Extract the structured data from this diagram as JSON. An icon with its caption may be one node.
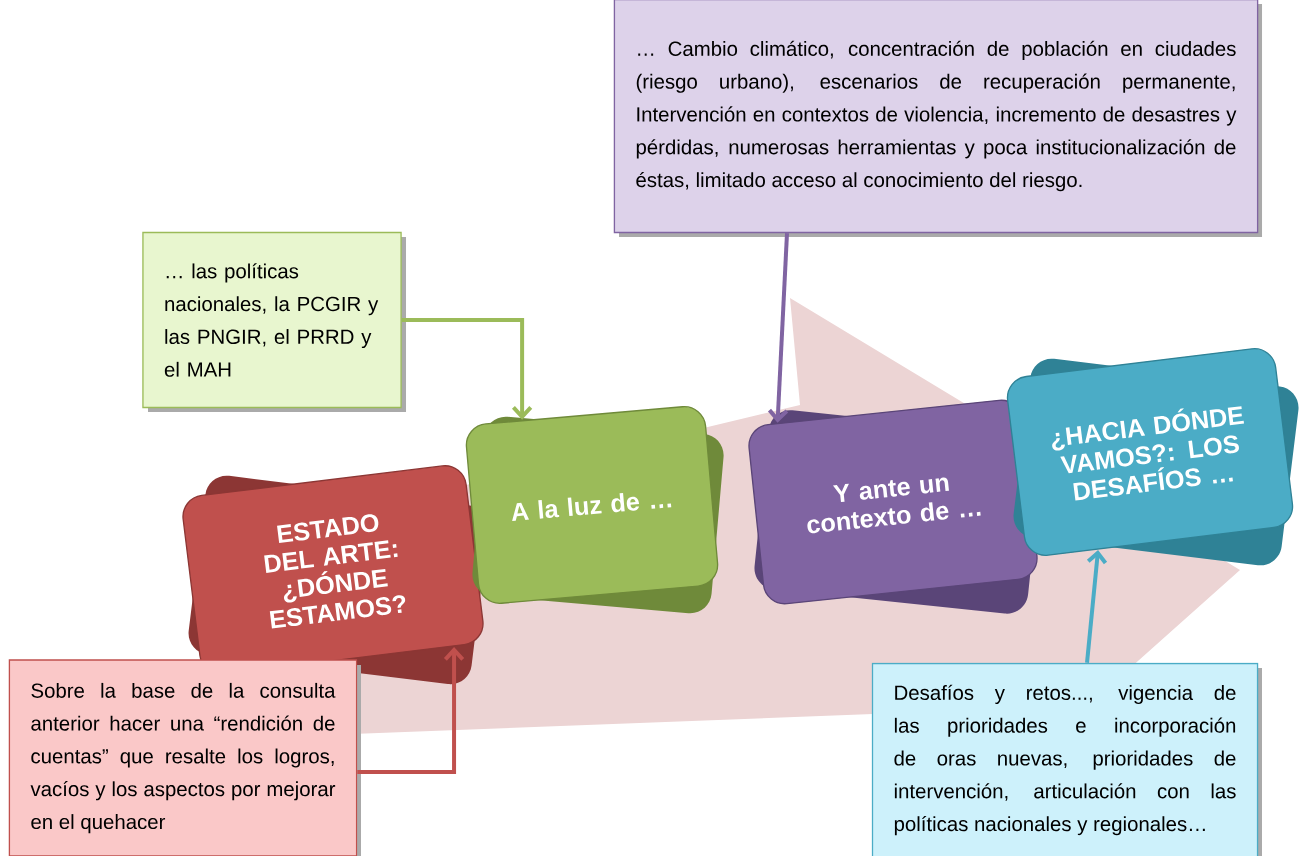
{
  "diagram": {
    "nodes": [
      {
        "text": [
          "ESTADO DEL ARTE: ¿DÓNDE ESTAMOS?"
        ]
      },
      {
        "text": [
          "A la luz de …"
        ]
      },
      {
        "text": [
          "Y ante un contexto de …"
        ]
      },
      {
        "text": [
          "¿HACIA DÓNDE VAMOS?: LOS DESAFÍOS …"
        ]
      },
      {
        "text": [
          "… las políticas nacionales, la PCGIR y las PNGIR, el PRRD y el MAH"
        ]
      },
      {
        "text": [
          "… Cambio climático, concentración de población en ciudades (riesgo urbano), escenarios de recuperación permanente, Intervención en contextos de violencia, incremento de desastres y pérdidas, numerosas herramientas y poca institucionalización de éstas, limitado acceso al conocimiento del riesgo."
        ]
      },
      {
        "text": [
          "Sobre la base de la consulta anterior hacer una “rendición de cuentas” que resalte los logros, vacíos y los aspectos por mejorar en el quehacer"
        ]
      },
      {
        "text": [
          "Desafíos y retos..., vigencia de las prioridades e incorporación de oras nuevas, prioridades de intervención, articulación con las políticas nacionales y regionales…"
        ]
      }
    ],
    "edges": [
      {
        "from": 4,
        "to": 1,
        "arrow": "to",
        "color": "#9bbb59"
      },
      {
        "from": 5,
        "to": 2,
        "arrow": "to",
        "color": "#8064a2"
      },
      {
        "from": 6,
        "to": 0,
        "arrow": "to",
        "color": "#c0504d"
      },
      {
        "from": 7,
        "to": 3,
        "arrow": "to",
        "color": "#4bacc6"
      }
    ]
  }
}
